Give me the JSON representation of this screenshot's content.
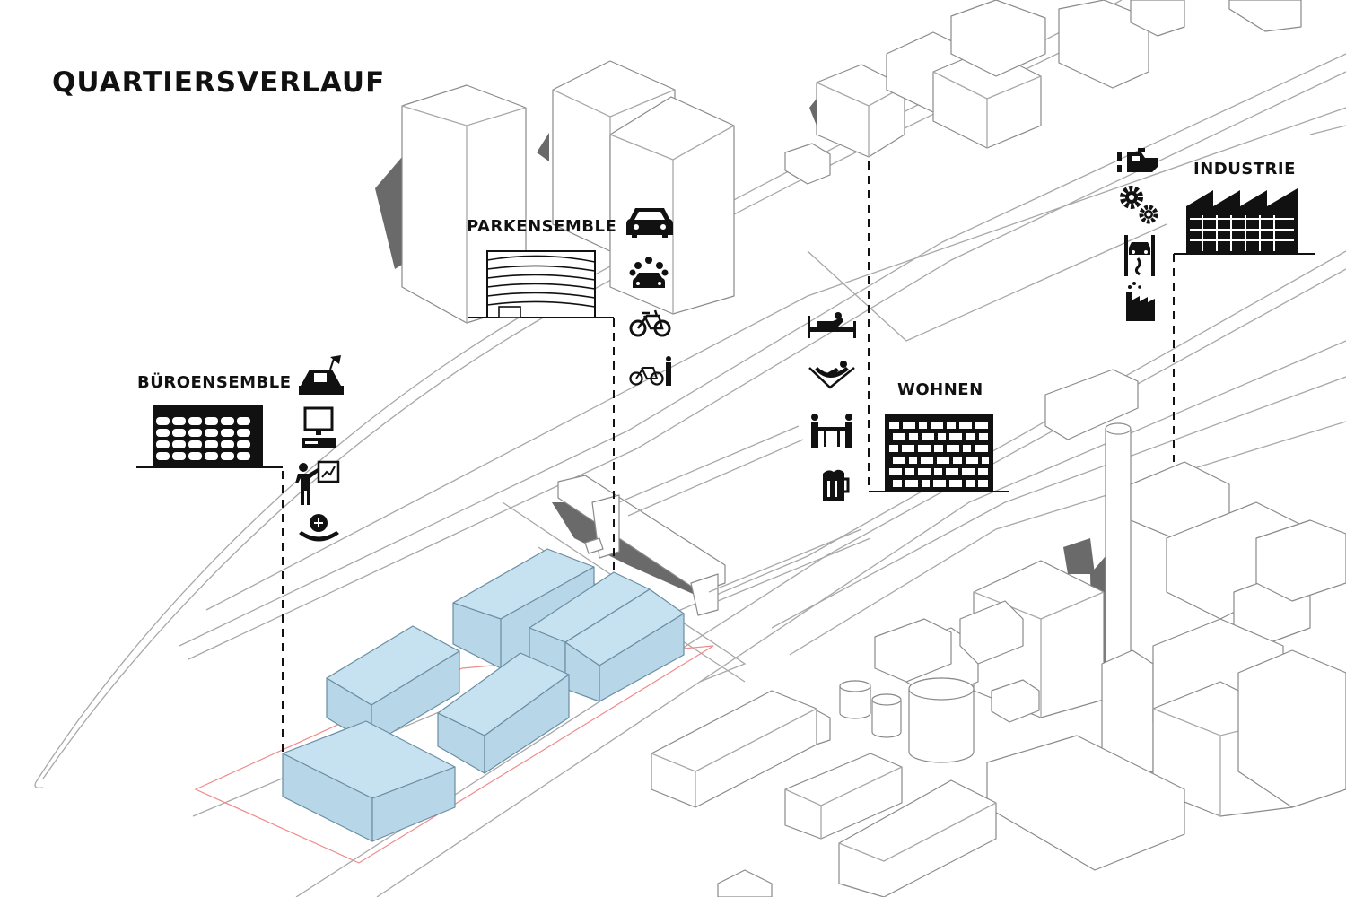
{
  "title": "QUARTIERSVERLAUF",
  "zones": [
    {
      "label": "BÜROENSEMBLE",
      "icons": [
        "desk-lamp-icon",
        "computer-icon",
        "presentation-icon",
        "canteen-icon"
      ]
    },
    {
      "label": "PARKENSEMBLE",
      "icons": [
        "car-icon",
        "carpool-icon",
        "bicycle-icon",
        "bike-repair-icon"
      ]
    },
    {
      "label": "WOHNEN",
      "icons": [
        "bed-icon",
        "hammock-icon",
        "table-meeting-icon",
        "beer-icon"
      ]
    },
    {
      "label": "INDUSTRIE",
      "icons": [
        "machine-icon",
        "gears-icon",
        "car-lift-icon",
        "factory-icon"
      ]
    }
  ],
  "colors": {
    "highlight_block": "#c3dfee",
    "site_outline": "#f08a8a",
    "line": "#9a9a9a",
    "ink": "#111111"
  }
}
